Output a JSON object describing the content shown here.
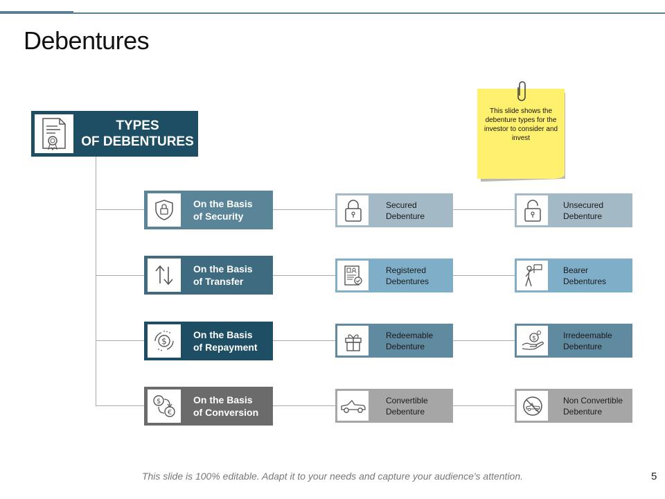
{
  "title": "Debentures",
  "root": {
    "line1": "TYPES",
    "line2": "OF DEBENTURES",
    "icon": "certificate-icon"
  },
  "colors": {
    "root": "#1e4e63",
    "security": "#5a8599",
    "transfer": "#3f6b80",
    "repayment": "#1e4e63",
    "conversion": "#6b6b6b",
    "security_types": "#a3b9c6",
    "transfer_types": "#7fafc8",
    "repayment_types": "#5f8aa0",
    "conversion_types": "#a6a6a6",
    "note": "#fff06e"
  },
  "categories": [
    {
      "line1": "On the Basis",
      "line2": "of Security",
      "icon": "shield-lock-icon"
    },
    {
      "line1": "On the Basis",
      "line2": "of Transfer",
      "icon": "up-down-arrows-icon"
    },
    {
      "line1": "On the Basis",
      "line2": "of Repayment",
      "icon": "dollar-cycle-icon"
    },
    {
      "line1": "On the Basis",
      "line2": "of Conversion",
      "icon": "currency-exchange-icon"
    }
  ],
  "types": [
    [
      {
        "line1": "Secured",
        "line2": "Debenture",
        "icon": "padlock-closed-icon"
      },
      {
        "line1": "Unsecured",
        "line2": "Debenture",
        "icon": "padlock-open-icon"
      }
    ],
    [
      {
        "line1": "Registered",
        "line2": "Debentures",
        "icon": "registered-document-icon"
      },
      {
        "line1": "Bearer",
        "line2": "Debentures",
        "icon": "person-carrying-flag-icon"
      }
    ],
    [
      {
        "line1": "Redeemable",
        "line2": "Debenture",
        "icon": "gift-box-icon"
      },
      {
        "line1": "Irredeemable",
        "line2": "Debenture",
        "icon": "hand-dollar-icon"
      }
    ],
    [
      {
        "line1": "Convertible",
        "line2": "Debenture",
        "icon": "convertible-car-icon"
      },
      {
        "line1": "Non Convertible",
        "line2": "Debenture",
        "icon": "no-convertible-car-icon"
      }
    ]
  ],
  "note": {
    "text": "This slide shows the debenture types for the investor to consider and invest",
    "icon": "paperclip-icon"
  },
  "footer": "This slide is 100% editable. Adapt it to your needs and capture your audience's attention.",
  "page_number": "5"
}
